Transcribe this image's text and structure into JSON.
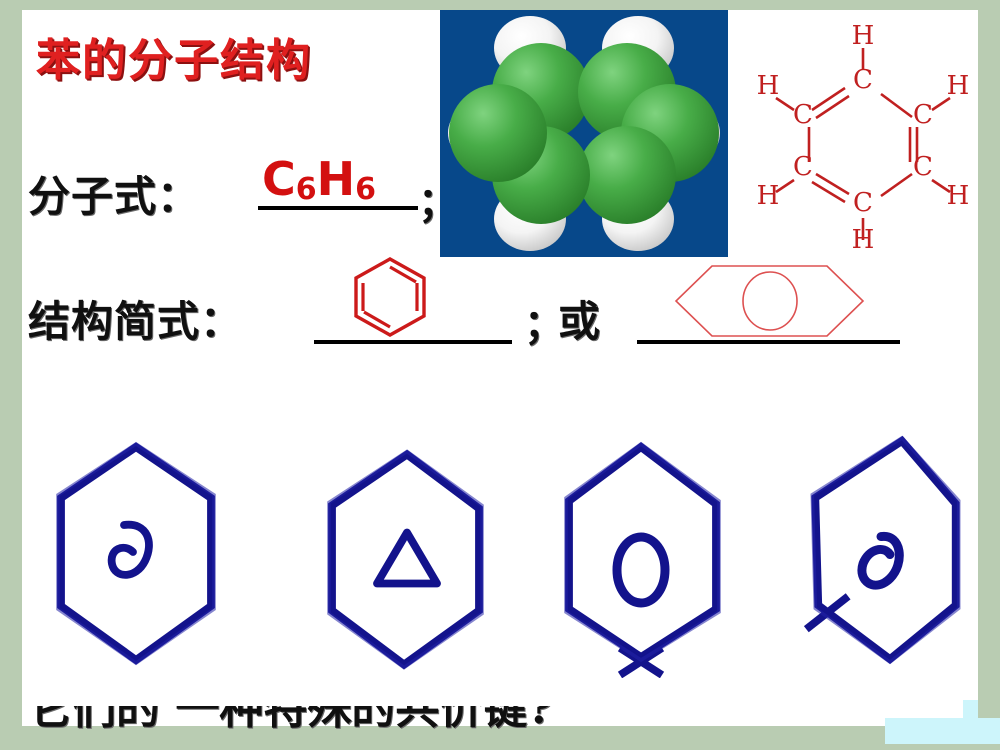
{
  "slide": {
    "title": "苯的分子结构",
    "frame_color": "#b9ccb2",
    "board_color": "#ffffff",
    "title_color": "#e02020"
  },
  "lines": {
    "formula_label": "分子式：",
    "formula_value": "C",
    "formula_sub1": "6",
    "formula_mid": "H",
    "formula_sub2": "6",
    "formula_full": "C6H6",
    "semicolon1": "；",
    "struct_label": "结构简式：",
    "semicolon2": "；",
    "or_word": "或"
  },
  "model": {
    "name": "benzene-space-filling-model",
    "background": "#07488a",
    "carbon_color": "#4caf50",
    "hydrogen_color": "#ffffff",
    "carbon_count": 6,
    "hydrogen_count": 6
  },
  "kekule": {
    "name": "kekule-structure",
    "color": "#c02020",
    "carbon_labels": [
      "C",
      "C",
      "C",
      "C",
      "C",
      "C"
    ],
    "hydrogen_labels": [
      "H",
      "H",
      "H",
      "H",
      "H",
      "H"
    ]
  },
  "shorthand": {
    "kekule_hexagon": "hexagon-with-alternating-double-bonds",
    "circle_hexagon": "hexagon-with-inscribed-circle",
    "color": "#cc1a1a"
  },
  "handdrawn": {
    "color": "#1a1a8c",
    "items": [
      {
        "name": "hexagon-with-spiral",
        "inner": "spiral"
      },
      {
        "name": "hexagon-with-triangle",
        "inner": "triangle"
      },
      {
        "name": "hexagon-with-oval",
        "inner": "oval"
      },
      {
        "name": "hexagon-with-oval-2",
        "inner": "oval"
      }
    ]
  },
  "bottom": {
    "question_text": "它们的 一种特殊的共价键?"
  }
}
